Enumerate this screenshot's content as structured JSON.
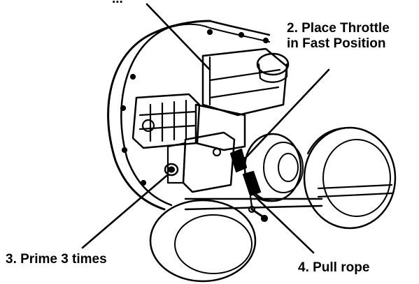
{
  "colors": {
    "ink": "#000000",
    "paper": "#ffffff"
  },
  "labels": {
    "top_partial": "...",
    "throttle_line1": "2. Place Throttle",
    "throttle_line2": "in Fast Position",
    "prime": "3. Prime 3 times",
    "pull_rope": "4. Pull rope"
  }
}
